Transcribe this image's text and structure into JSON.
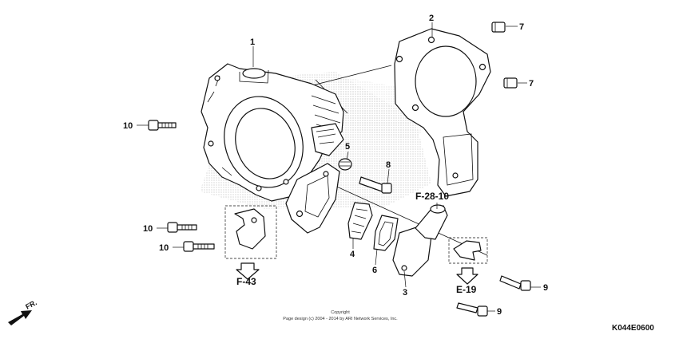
{
  "callouts": {
    "c1": "1",
    "c2": "2",
    "c3": "3",
    "c4": "4",
    "c5": "5",
    "c6": "6",
    "c7a": "7",
    "c7b": "7",
    "c8": "8",
    "c9a": "9",
    "c9b": "9",
    "c10a": "10",
    "c10b": "10",
    "c10c": "10"
  },
  "refs": {
    "f28": "F-28-10",
    "f43": "F-43",
    "e19": "E-19"
  },
  "direction": "FR.",
  "footer": {
    "line1": "Copyright",
    "line2": "Page design (c) 2004 - 2014 by ARI Network Services, Inc."
  },
  "diagram_code": "K044E0600",
  "colors": {
    "ink": "#111111",
    "background": "#ffffff",
    "stipple": "#9a9a9a"
  }
}
